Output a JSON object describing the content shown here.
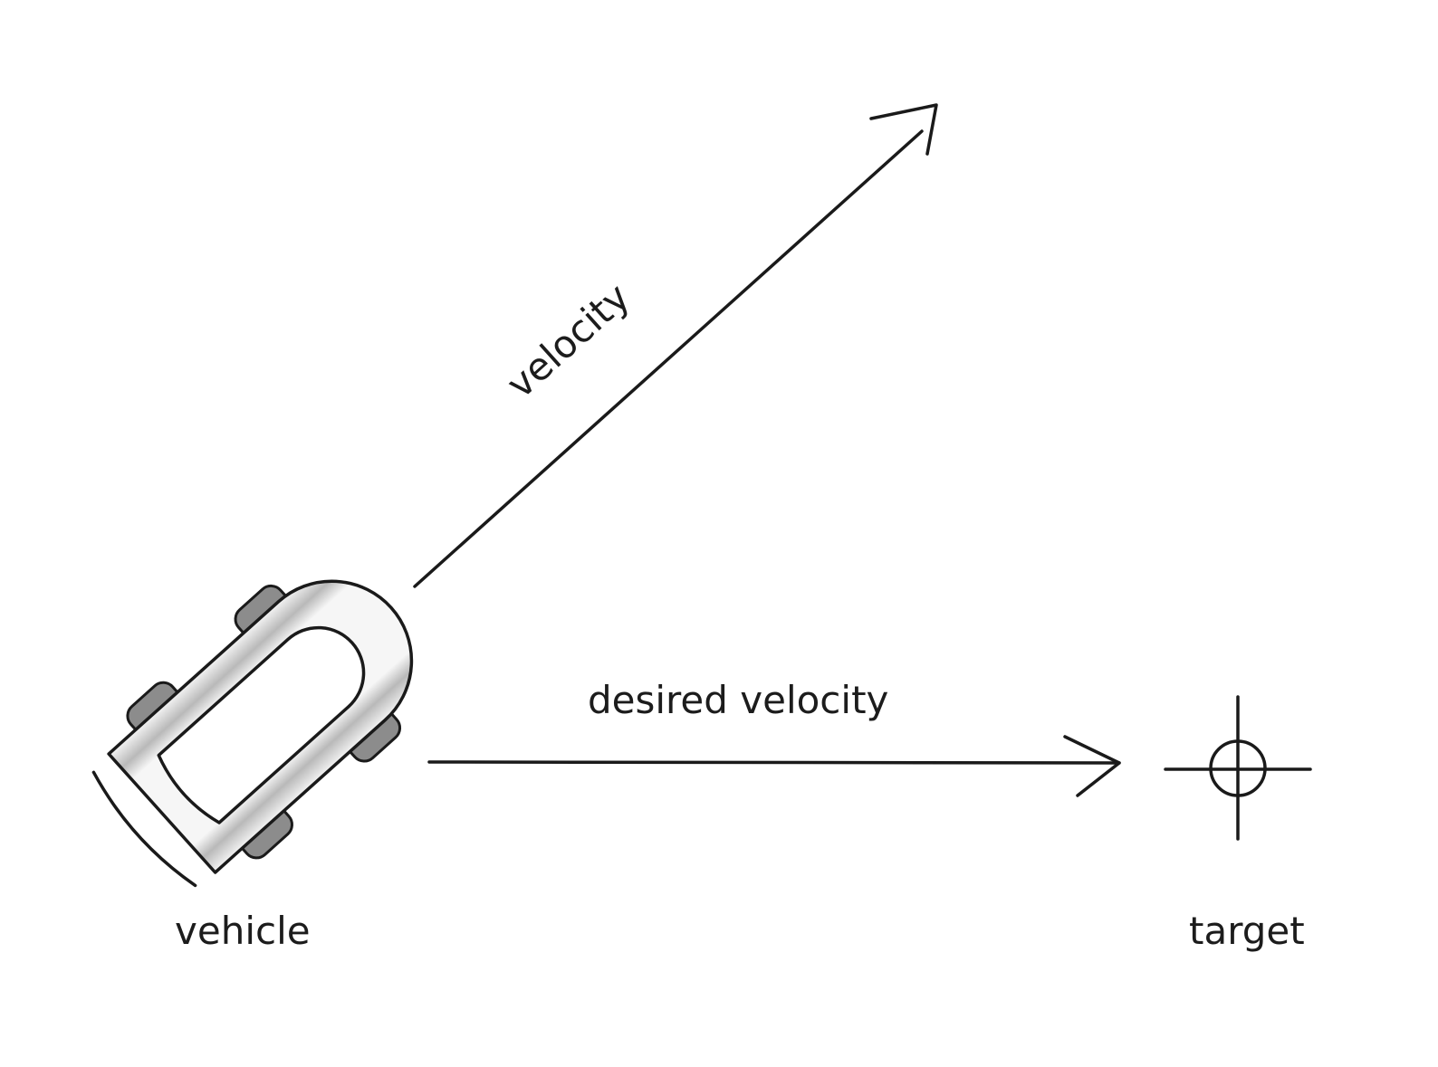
{
  "labels": {
    "velocity": "velocity",
    "desired_velocity": "desired velocity",
    "vehicle": "vehicle",
    "target": "target"
  },
  "colors": {
    "ink": "#1a1a1a",
    "wheel": "#8c8c8c",
    "body_shade": "#bdbdbd",
    "background": "#ffffff"
  }
}
